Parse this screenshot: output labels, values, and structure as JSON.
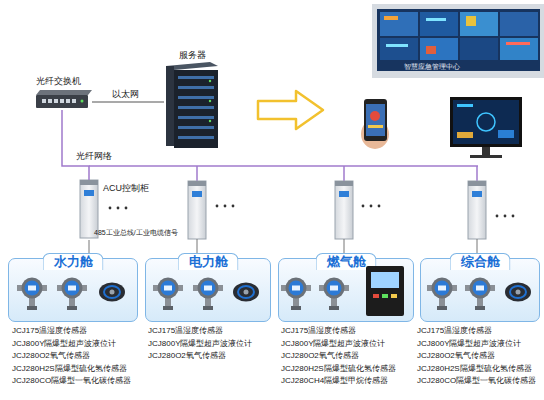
{
  "diagram": {
    "nodes": [
      {
        "text": [
          "光纤交换机"
        ]
      },
      {
        "text": [
          "服务器"
        ]
      },
      {
        "text": [
          "ACU控制柜"
        ]
      },
      {
        "text": [
          "水力舱"
        ]
      },
      {
        "text": [
          "电力舱"
        ]
      },
      {
        "text": [
          "燃气舱"
        ]
      },
      {
        "text": [
          "综合舱"
        ]
      }
    ],
    "edges": [
      {
        "from": 0,
        "to": 1,
        "label": "以太网",
        "arrow": "none"
      },
      {
        "from": 0,
        "to": 2,
        "label": "光纤网络",
        "arrow": "none"
      },
      {
        "from": 2,
        "to": 3,
        "label": "485工业总线/工业电缆信号",
        "arrow": "none"
      }
    ],
    "labels": [
      "智慧应急管理中心",
      "JCJ175温湿度传感器",
      "JCJ800Y隔爆型超声波液位计",
      "JCJ280O2氧气传感器",
      "JCJ280H2S隔爆型硫化氢传感器",
      "JCJ280CO隔爆型一氧化碳传感器",
      "JCJ175温湿度传感器",
      "JCJ800Y隔爆型超声波液位计",
      "JCJ280O2氧气传感器",
      "JCJ175温湿度传感器",
      "JCJ800Y隔爆型超声波液位计",
      "JCJ280O2氧气传感器",
      "JCJ280H2S隔爆型硫化氢传感器",
      "JCJ280CH4隔爆型甲烷传感器",
      "JCJ175温湿度传感器",
      "JCJ800Y隔爆型超声波液位计",
      "JCJ280O2氧气传感器",
      "JCJ280H2S隔爆型硫化氢传感器",
      "JCJ280CO隔爆型一氧化碳传感器"
    ]
  }
}
